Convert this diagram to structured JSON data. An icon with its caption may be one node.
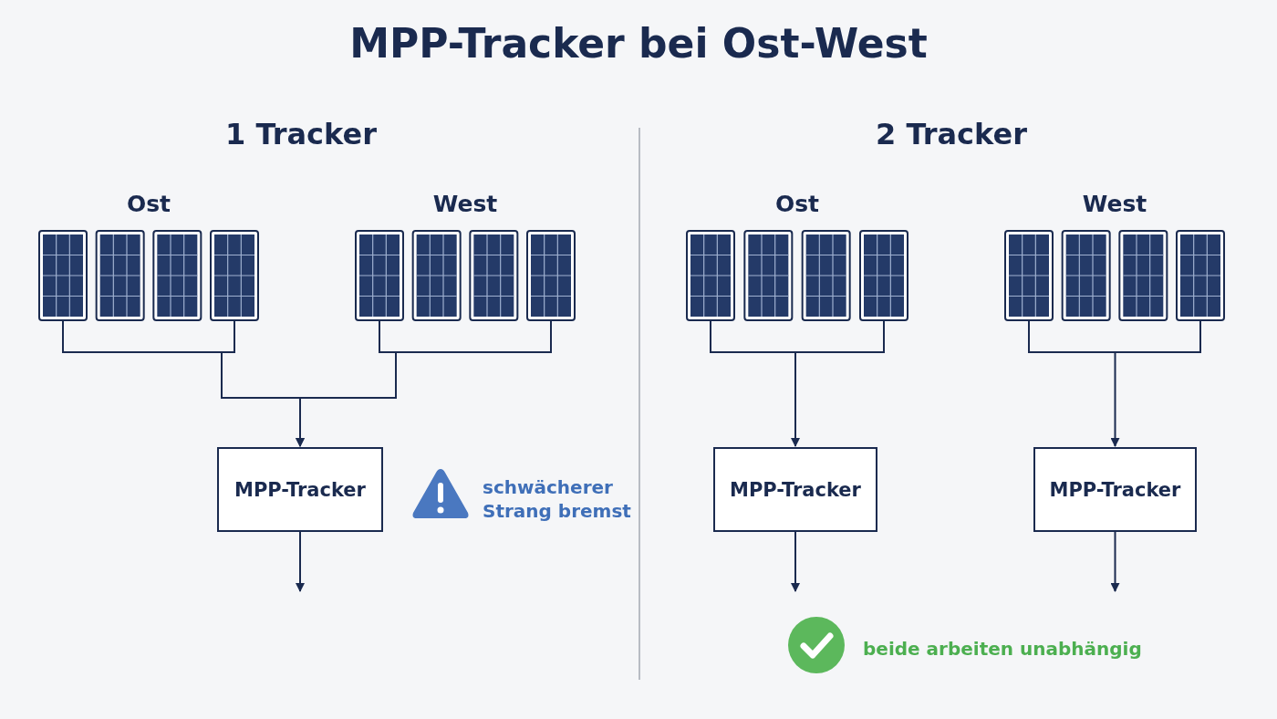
{
  "diagram": {
    "title": "MPP-Tracker bei Ost-West",
    "nodes": [
      {
        "text": [
          "Ost"
        ]
      },
      {
        "text": [
          "West"
        ]
      },
      {
        "text": [
          "MPP-Tracker"
        ]
      },
      {
        "text": [
          "Ost"
        ]
      },
      {
        "text": [
          "West"
        ]
      },
      {
        "text": [
          "MPP-Tracker"
        ]
      },
      {
        "text": [
          "MPP-Tracker"
        ]
      }
    ],
    "edges": [
      {
        "from": 0,
        "to": 2,
        "arrow": "to"
      },
      {
        "from": 1,
        "to": 2,
        "arrow": "to"
      },
      {
        "from": 2,
        "to": null,
        "arrow": "to"
      },
      {
        "from": 3,
        "to": 5,
        "arrow": "to"
      },
      {
        "from": 4,
        "to": 6,
        "arrow": "to"
      },
      {
        "from": 5,
        "to": null,
        "arrow": "to"
      },
      {
        "from": 6,
        "to": null,
        "arrow": "to"
      }
    ],
    "labels": [
      "1 Tracker",
      "2 Tracker",
      "schwächerer Strang bremst",
      "beide arbeiten unabhängig"
    ]
  }
}
